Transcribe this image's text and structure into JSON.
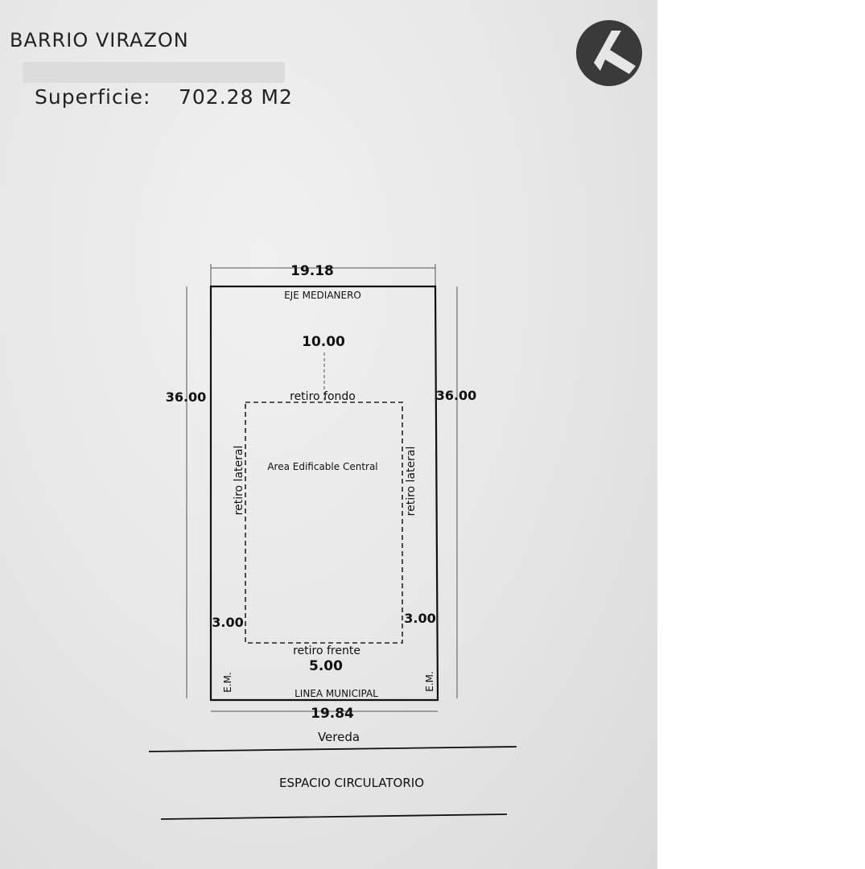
{
  "header": {
    "title": "BARRIO VIRAZON",
    "area_label": "Superficie:",
    "area_value": "702.28 M2"
  },
  "logo": {
    "icon": "arrow-circle-logo"
  },
  "plan": {
    "top_width": "19.18",
    "bottom_width": "19.84",
    "left_depth": "36.00",
    "right_depth": "36.00",
    "back_line": "EJE MEDIANERO",
    "front_line": "LINEA MUNICIPAL",
    "back_setback_value": "10.00",
    "back_setback_label": "retiro fondo",
    "side_setback_label_left": "retiro lateral",
    "side_setback_label_right": "retiro lateral",
    "side_setback_left": "3.00",
    "side_setback_right": "3.00",
    "front_setback_label": "retiro frente",
    "front_setback_value": "5.00",
    "buildable_area": "Area Edificable Central",
    "side_axis_left": "E.M.",
    "side_axis_right": "E.M."
  },
  "street": {
    "sidewalk": "Vereda",
    "circulation": "ESPACIO CIRCULATORIO"
  }
}
